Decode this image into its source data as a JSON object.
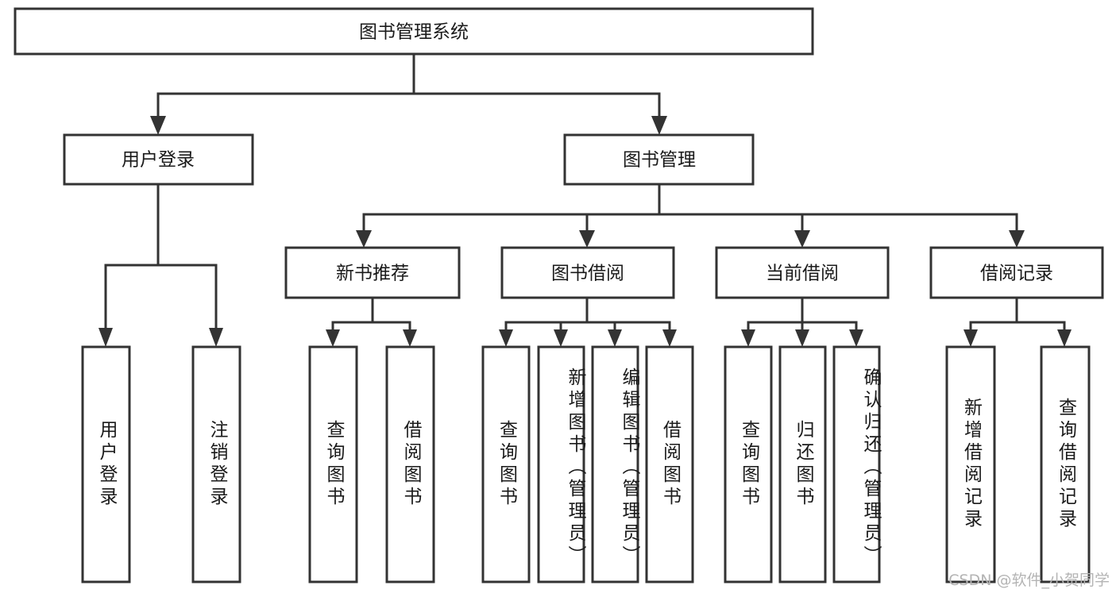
{
  "diagram": {
    "title": "图书管理系统",
    "type": "tree-hierarchy-diagram",
    "root": {
      "id": "root",
      "label": "图书管理系统",
      "orientation": "horizontal"
    },
    "level1": [
      {
        "id": "user-login",
        "label": "用户登录",
        "orientation": "horizontal"
      },
      {
        "id": "book-management",
        "label": "图书管理",
        "orientation": "horizontal"
      }
    ],
    "level2": [
      {
        "id": "new-book-recommend",
        "label": "新书推荐",
        "parent": "book-management",
        "orientation": "horizontal"
      },
      {
        "id": "book-borrow",
        "label": "图书借阅",
        "parent": "book-management",
        "orientation": "horizontal"
      },
      {
        "id": "current-borrow",
        "label": "当前借阅",
        "parent": "book-management",
        "orientation": "horizontal"
      },
      {
        "id": "borrow-record",
        "label": "借阅记录",
        "parent": "book-management",
        "orientation": "horizontal"
      }
    ],
    "leaves": [
      {
        "id": "leaf-user-login",
        "label": "用户登录",
        "parent": "user-login",
        "orientation": "vertical"
      },
      {
        "id": "leaf-logout-login",
        "label": "注销登录",
        "parent": "user-login",
        "orientation": "vertical"
      },
      {
        "id": "leaf-query-book-1",
        "label": "查询图书",
        "parent": "new-book-recommend",
        "orientation": "vertical"
      },
      {
        "id": "leaf-borrow-book-1",
        "label": "借阅图书",
        "parent": "new-book-recommend",
        "orientation": "vertical"
      },
      {
        "id": "leaf-query-book-2",
        "label": "查询图书",
        "parent": "book-borrow",
        "orientation": "vertical"
      },
      {
        "id": "leaf-add-book",
        "label": "新增图书（管理员）",
        "parent": "book-borrow",
        "orientation": "vertical"
      },
      {
        "id": "leaf-edit-book",
        "label": "编辑图书（管理员）",
        "parent": "book-borrow",
        "orientation": "vertical"
      },
      {
        "id": "leaf-borrow-book-2",
        "label": "借阅图书",
        "parent": "book-borrow",
        "orientation": "vertical"
      },
      {
        "id": "leaf-query-book-3",
        "label": "查询图书",
        "parent": "current-borrow",
        "orientation": "vertical"
      },
      {
        "id": "leaf-return-book",
        "label": "归还图书",
        "parent": "current-borrow",
        "orientation": "vertical"
      },
      {
        "id": "leaf-confirm-return",
        "label": "确认归还（管理员）",
        "parent": "current-borrow",
        "orientation": "vertical"
      },
      {
        "id": "leaf-add-record",
        "label": "新增借阅记录",
        "parent": "borrow-record",
        "orientation": "vertical"
      },
      {
        "id": "leaf-query-record",
        "label": "查询借阅记录",
        "parent": "borrow-record",
        "orientation": "vertical"
      }
    ],
    "watermark": "CSDN @软件_小贺同学",
    "colors": {
      "box_stroke": "#333333",
      "box_fill": "#ffffff",
      "text": "#1a1a1a",
      "background": "#ffffff",
      "watermark": "#b4b4b4"
    }
  }
}
